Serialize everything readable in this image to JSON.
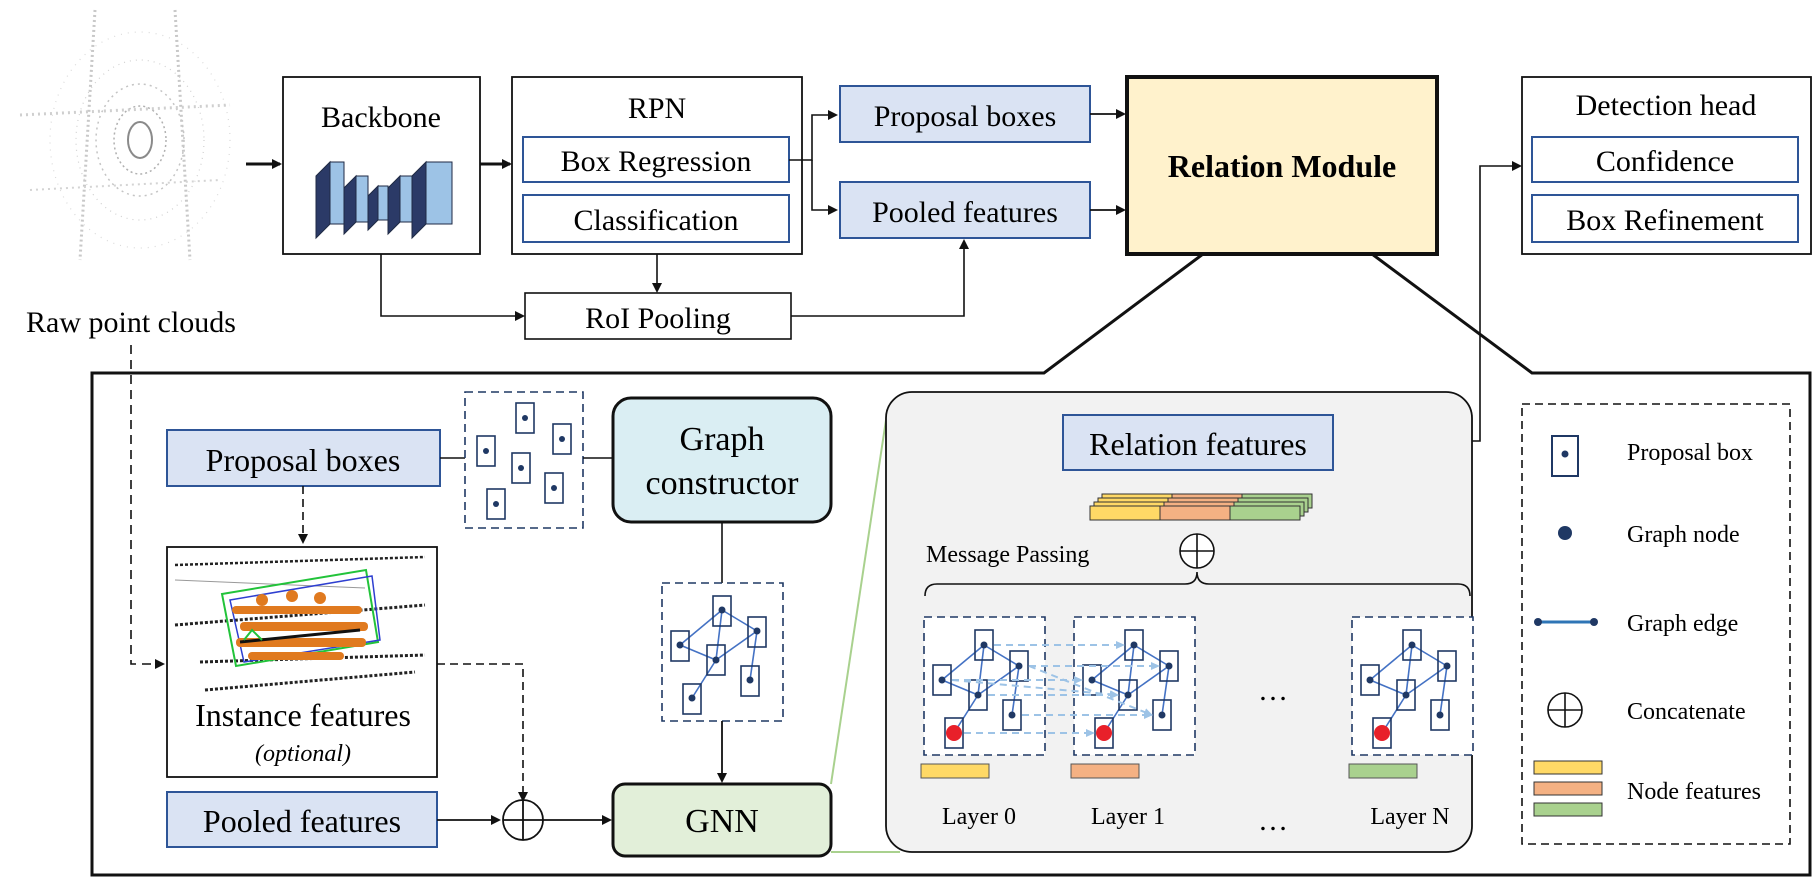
{
  "top": {
    "raw_point_clouds": "Raw point clouds",
    "backbone": "Backbone",
    "rpn": {
      "title": "RPN",
      "box_regression": "Box Regression",
      "classification": "Classification"
    },
    "roi_pooling": "RoI Pooling",
    "proposal_boxes": "Proposal boxes",
    "pooled_features": "Pooled features",
    "relation_module": "Relation Module",
    "detection_head": {
      "title": "Detection head",
      "confidence": "Confidence",
      "box_refinement": "Box Refinement"
    }
  },
  "detail": {
    "proposal_boxes": "Proposal boxes",
    "graph_constructor_line1": "Graph",
    "graph_constructor_line2": "constructor",
    "instance_features": "Instance features",
    "optional": "(optional)",
    "pooled_features": "Pooled features",
    "gnn": "GNN",
    "relation_features": "Relation features",
    "message_passing": "Message Passing",
    "layers": [
      "Layer 0",
      "Layer 1",
      "Layer N"
    ],
    "ellipsis": "…"
  },
  "legend": {
    "items": [
      "Proposal box",
      "Graph node",
      "Graph edge",
      "Concatenate",
      "Node features"
    ]
  },
  "colors": {
    "box_fill": "#dae3f3",
    "box_stroke": "#2e5597",
    "relation_fill": "#fff2cc",
    "graph_fill": "#daeef3",
    "gnn_fill": "#e2efd9",
    "panel_fill": "#f2f2f2",
    "node": "#1f3864",
    "highlight": "#e8202a",
    "feat_yellow": "#ffd966",
    "feat_orange": "#f4b183",
    "feat_green": "#a9d18e",
    "edge": "#4472c4"
  }
}
